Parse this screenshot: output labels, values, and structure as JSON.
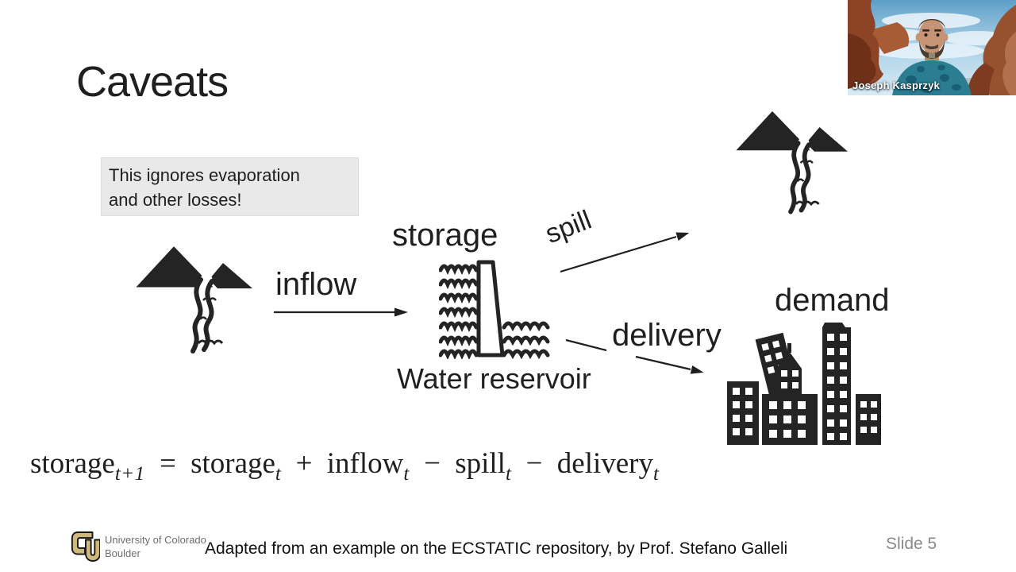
{
  "slide": {
    "title": "Caveats",
    "note": {
      "line1": "This ignores evaporation",
      "line2": "and other losses!"
    },
    "labels": {
      "storage": "storage",
      "inflow": "inflow",
      "spill": "spill",
      "delivery": "delivery",
      "demand": "demand",
      "reservoir_caption": "Water reservoir"
    },
    "equation": {
      "t1_base": "storage",
      "t1_sub": "t+1",
      "op_eq": "=",
      "t2_base": "storage",
      "t2_sub": "t",
      "op_plus": "+",
      "t3_base": "inflow",
      "t3_sub": "t",
      "op_minus1": "−",
      "t4_base": "spill",
      "t4_sub": "t",
      "op_minus2": "−",
      "t5_base": "delivery",
      "t5_sub": "t"
    },
    "slide_number": "Slide 5"
  },
  "footer": {
    "university_line1": "University of Colorado",
    "university_line2": "Boulder",
    "attribution": "Adapted from an example on the ECSTATIC repository, by Prof. Stefano Galleli"
  },
  "webcam": {
    "participant_name": "Joseph Kasprzyk"
  },
  "icons": {
    "left": "watershed-icon",
    "top_right": "watershed-icon",
    "center": "dam-reservoir-icon",
    "bottom_right": "city-buildings-icon",
    "footer_logo": "cu-boulder-logo"
  },
  "colors": {
    "text": "#1f1f1f",
    "icon": "#242424",
    "note_bg": "#e9e9e9",
    "muted_gray": "#8a8a8a",
    "footer_gray": "#6e6e6e",
    "logo_gold": "#cfb87c"
  }
}
